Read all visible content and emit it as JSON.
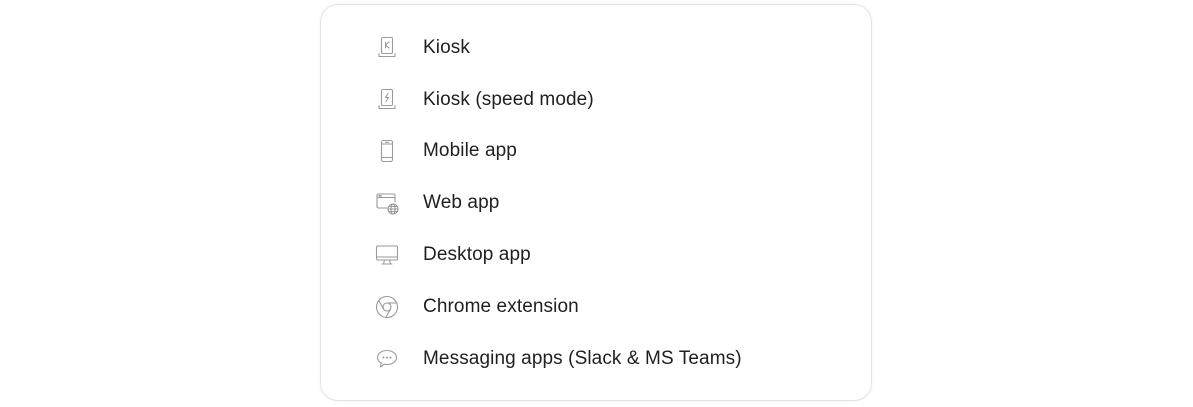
{
  "options": [
    {
      "label": "Kiosk",
      "icon": "kiosk-icon"
    },
    {
      "label": "Kiosk (speed mode)",
      "icon": "kiosk-speed-icon"
    },
    {
      "label": "Mobile app",
      "icon": "mobile-phone-icon"
    },
    {
      "label": "Web app",
      "icon": "browser-globe-icon"
    },
    {
      "label": "Desktop app",
      "icon": "desktop-monitor-icon"
    },
    {
      "label": "Chrome extension",
      "icon": "chrome-icon"
    },
    {
      "label": "Messaging apps (Slack & MS Teams)",
      "icon": "chat-bubble-icon"
    }
  ],
  "colors": {
    "icon_stroke": "#9a9a9a",
    "text": "#1f1f1f",
    "card_border": "#e3e3e3"
  }
}
